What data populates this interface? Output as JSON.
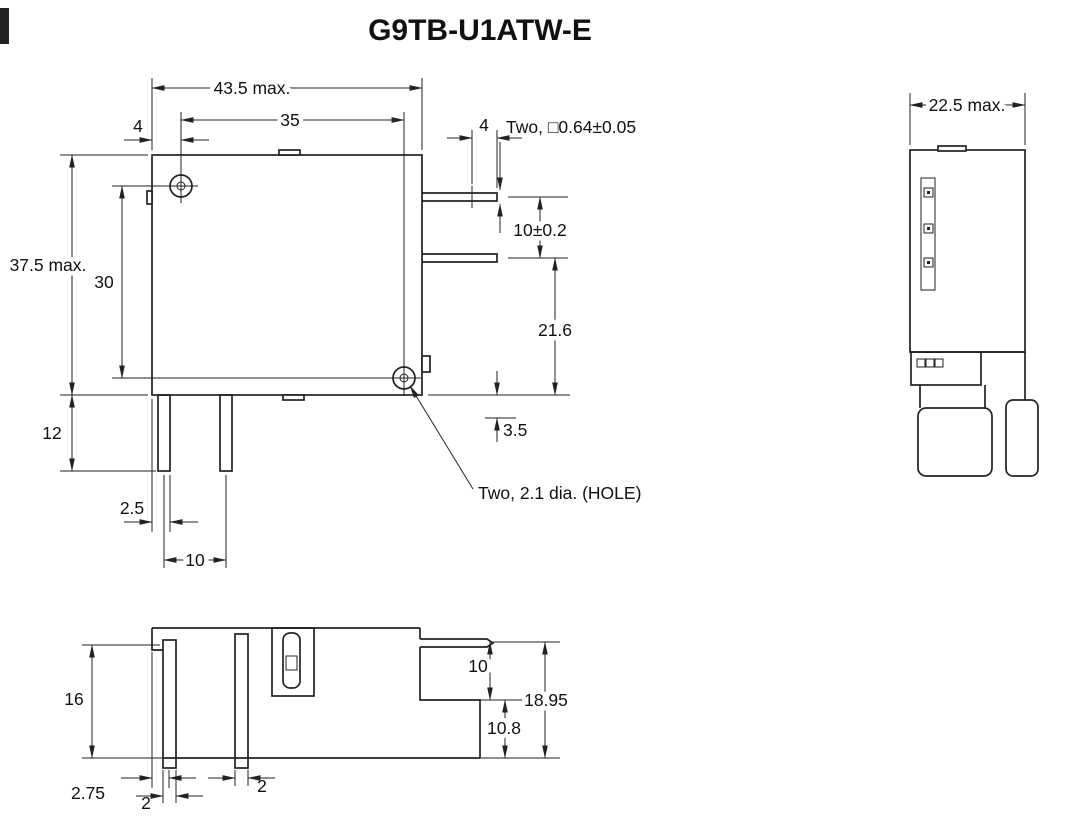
{
  "page": {
    "title": "G9TB-U1ATW-E"
  },
  "style": {
    "ink": "#222222",
    "background": "#ffffff"
  },
  "front_view": {
    "width_max": "43.5 max.",
    "hole_spacing_h": "35",
    "offset_left": "4",
    "offset_right": "4",
    "terminal_note": "Two, □0.64±0.05",
    "terminal_pitch": "10±0.2",
    "height_max": "37.5 max.",
    "hole_spacing_v": "30",
    "terminal_to_bottom": "21.6",
    "pin_length": "12",
    "bottom_offset": "3.5",
    "pin_edge_offset": "2.5",
    "pin_pitch": "10",
    "hole_note": "Two, 2.1 dia. (HOLE)"
  },
  "side_view": {
    "depth_max": "22.5 max."
  },
  "bottom_view": {
    "body_height": "16",
    "tab_to_step": "10",
    "total_height": "18.95",
    "step_to_bottom": "10.8",
    "pin_edge_offset": "2.75",
    "pin_width_left": "2",
    "pin_width_right": "2"
  }
}
